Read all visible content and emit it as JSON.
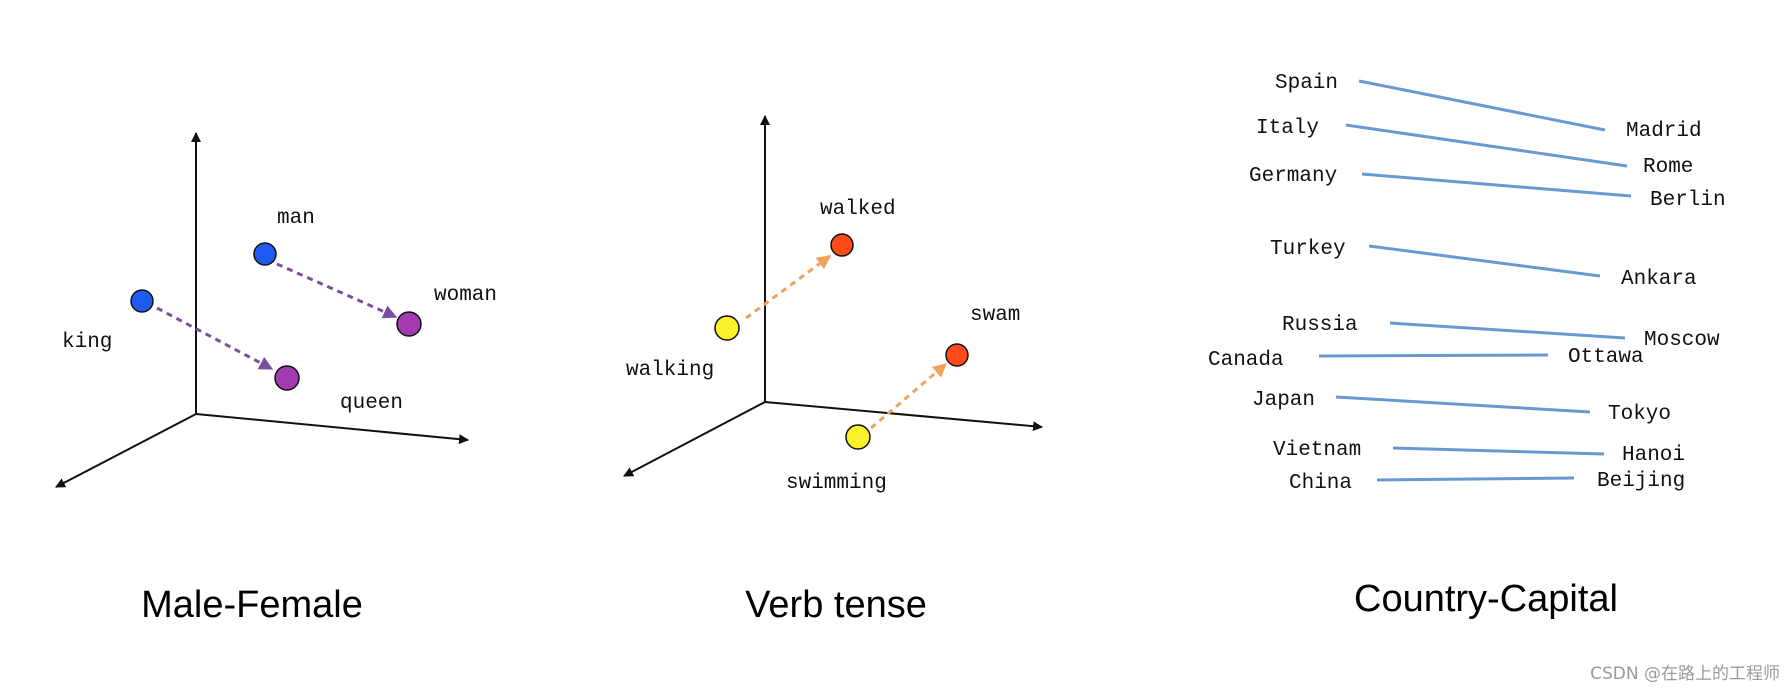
{
  "colors": {
    "axis": "#111111",
    "blue_point": "#1f5bf0",
    "purple_point": "#a23ab0",
    "purple_arrow": "#7a4fa0",
    "yellow_point": "#fbf22a",
    "red_point": "#ff4a1a",
    "orange_arrow": "#f2a15a",
    "line_blue": "#6a98d0"
  },
  "male_female": {
    "caption": "Male-Female",
    "labels": {
      "man": "man",
      "woman": "woman",
      "king": "king",
      "queen": "queen"
    }
  },
  "verb_tense": {
    "caption": "Verb tense",
    "labels": {
      "walked": "walked",
      "walking": "walking",
      "swam": "swam",
      "swimming": "swimming"
    }
  },
  "country_capital": {
    "caption": "Country-Capital",
    "pairs": [
      {
        "country": "Spain",
        "capital": "Madrid"
      },
      {
        "country": "Italy",
        "capital": "Rome"
      },
      {
        "country": "Germany",
        "capital": "Berlin"
      },
      {
        "country": "Turkey",
        "capital": "Ankara"
      },
      {
        "country": "Russia",
        "capital": "Moscow"
      },
      {
        "country": "Canada",
        "capital": "Ottawa"
      },
      {
        "country": "Japan",
        "capital": "Tokyo"
      },
      {
        "country": "Vietnam",
        "capital": "Hanoi"
      },
      {
        "country": "China",
        "capital": "Beijing"
      }
    ]
  },
  "watermark": "CSDN @在路上的工程师"
}
